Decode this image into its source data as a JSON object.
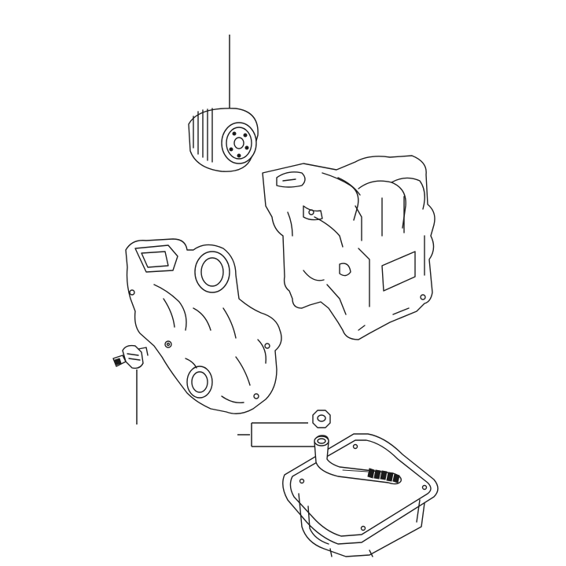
{
  "diagram": {
    "type": "exploded-parts-view",
    "colors": {
      "background": "#ffffff",
      "line": "#1a1a1a"
    },
    "parts": [
      {
        "name": "oil-filter"
      },
      {
        "name": "engine-block"
      },
      {
        "name": "timing-gear-cover"
      },
      {
        "name": "oil-pressure-switch"
      },
      {
        "name": "drain-plug-washer"
      },
      {
        "name": "oil-pipe"
      },
      {
        "name": "oil-pan"
      }
    ]
  }
}
